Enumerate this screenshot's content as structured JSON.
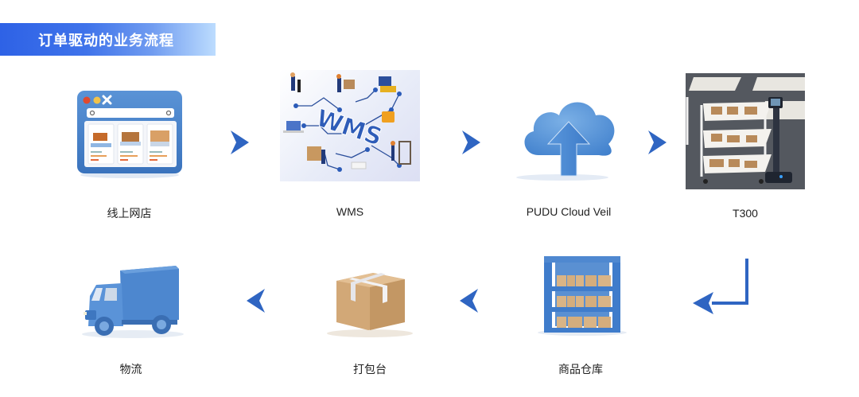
{
  "header": {
    "title": "订单驱动的业务流程"
  },
  "flow": {
    "row1": [
      {
        "id": "online-store",
        "label": "线上网店",
        "icon": "browser-window-icon"
      },
      {
        "id": "wms",
        "label": "WMS",
        "icon": "wms-illustration",
        "art_text": "WMS"
      },
      {
        "id": "pudu-cloud",
        "label": "PUDU Cloud Veil",
        "icon": "cloud-upload-icon"
      },
      {
        "id": "t300",
        "label": "T300",
        "icon": "t300-robot-photo"
      }
    ],
    "row2": [
      {
        "id": "logistics",
        "label": "物流",
        "icon": "truck-icon"
      },
      {
        "id": "packing",
        "label": "打包台",
        "icon": "package-box-icon"
      },
      {
        "id": "warehouse",
        "label": "商品仓库",
        "icon": "shelf-rack-icon"
      }
    ]
  },
  "colors": {
    "accent": "#2f65c2",
    "icon_blue": "#4a86cf"
  }
}
